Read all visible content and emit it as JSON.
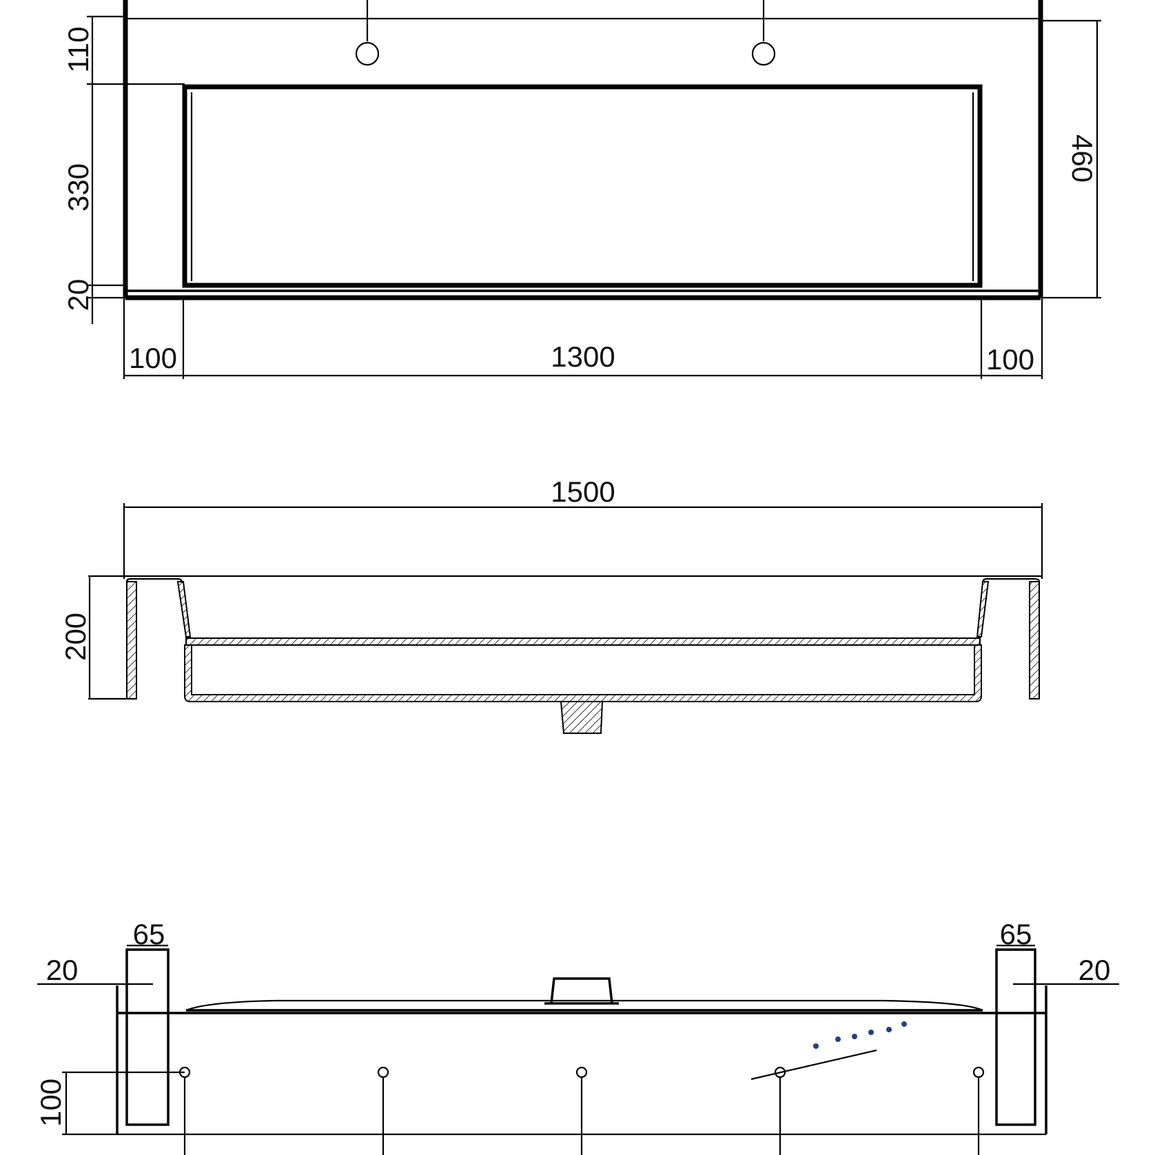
{
  "top_view": {
    "dims": {
      "left_110": "110",
      "left_330": "330",
      "left_20": "20",
      "right_460": "460",
      "bottom_left_100": "100",
      "bottom_1300": "1300",
      "bottom_right_100": "100"
    }
  },
  "section_view": {
    "dims": {
      "top_1500": "1500",
      "left_200": "200"
    }
  },
  "front_view": {
    "dims": {
      "left_65": "65",
      "right_65": "65",
      "left_20": "20",
      "right_20": "20",
      "left_100": "100"
    }
  },
  "colors": {
    "line": "#000000",
    "marker_dots": "#1f3f8f",
    "marker_accent": "#e08a1a"
  }
}
